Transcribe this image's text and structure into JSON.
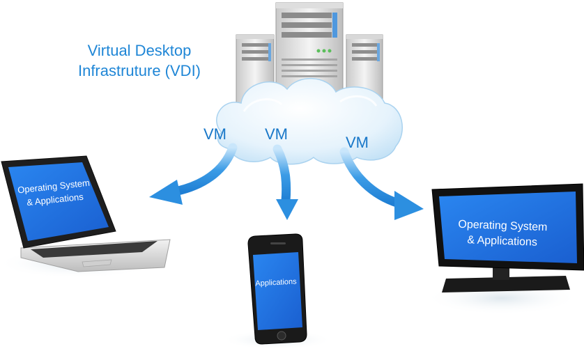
{
  "title": {
    "line1": "Virtual Desktop",
    "line2": "Infrastruture (VDI)"
  },
  "vms": [
    "VM",
    "VM",
    "VM"
  ],
  "devices": {
    "laptop": {
      "line1": "Operating System",
      "line2": "& Applications"
    },
    "phone": {
      "label": "Applications"
    },
    "tv": {
      "line1": "Operating System",
      "line2": "& Applications"
    }
  },
  "colors": {
    "accent": "#1f86d6",
    "screen": "#1b6fe0",
    "arrow": "#2c8fe0",
    "cloud": "#dceefa"
  }
}
